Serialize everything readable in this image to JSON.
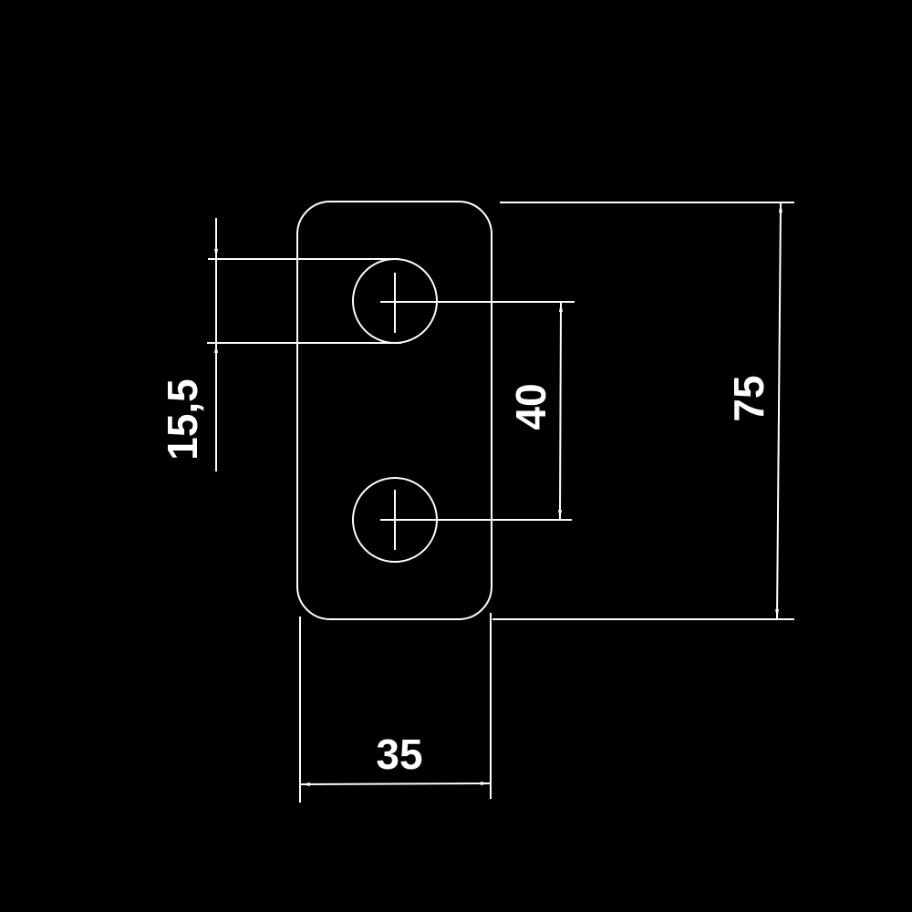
{
  "drawing": {
    "colors": {
      "background": "#000000",
      "line": "#ffffff"
    },
    "dimensions": {
      "hole_diameter": "15,5",
      "hole_spacing": "40",
      "height": "75",
      "width": "35"
    }
  }
}
